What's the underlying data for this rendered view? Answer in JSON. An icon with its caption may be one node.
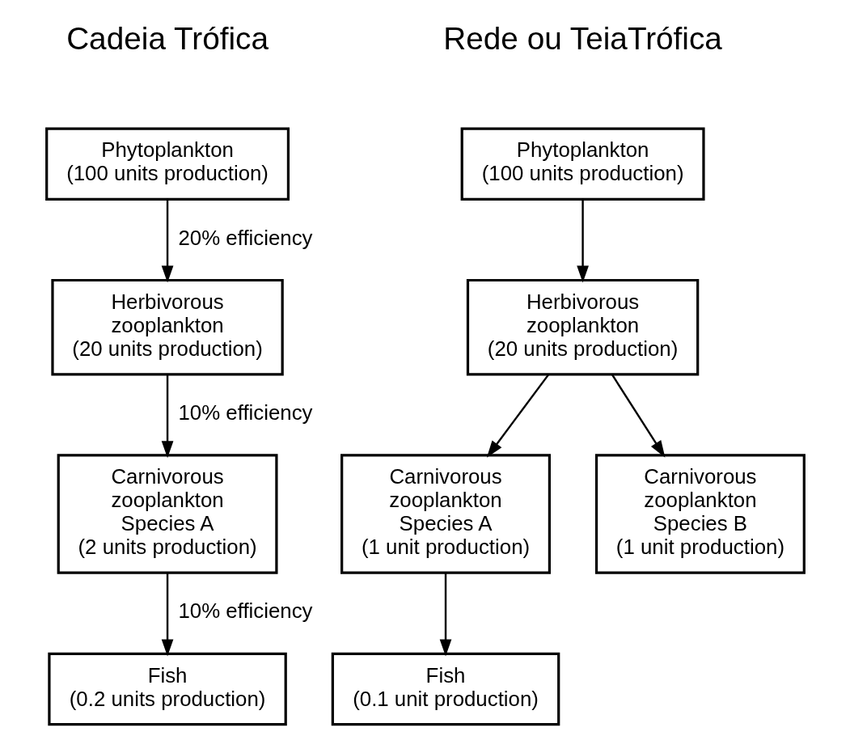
{
  "diagram": {
    "nodes": [
      {
        "text": [
          "Phytoplankton (100 units production)"
        ]
      },
      {
        "text": [
          "Herbivorous zooplankton (20 units production)"
        ]
      },
      {
        "text": [
          "Carnivorous zooplankton Species A (2 units production)"
        ]
      },
      {
        "text": [
          "Fish (0.2 units production)"
        ]
      },
      {
        "text": [
          "Phytoplankton (100 units production)"
        ]
      },
      {
        "text": [
          "Herbivorous zooplankton (20 units production)"
        ]
      },
      {
        "text": [
          "Carnivorous zooplankton Species A (1 unit production)"
        ]
      },
      {
        "text": [
          "Carnivorous zooplankton Species B (1 unit production)"
        ]
      },
      {
        "text": [
          "Fish (0.1 unit production)"
        ]
      }
    ],
    "edges": [
      {
        "from": 0,
        "to": 1,
        "arrow": "to",
        "label": "20% efficiency"
      },
      {
        "from": 1,
        "to": 2,
        "arrow": "to",
        "label": "10% efficiency"
      },
      {
        "from": 2,
        "to": 3,
        "arrow": "to",
        "label": "10% efficiency"
      },
      {
        "from": 4,
        "to": 5,
        "arrow": "to"
      },
      {
        "from": 5,
        "to": 6,
        "arrow": "to"
      },
      {
        "from": 5,
        "to": 7,
        "arrow": "to"
      },
      {
        "from": 6,
        "to": 8,
        "arrow": "to"
      }
    ],
    "labels": [
      "Cadeia Trófica",
      "Rede ou TeiaTrófica"
    ]
  }
}
